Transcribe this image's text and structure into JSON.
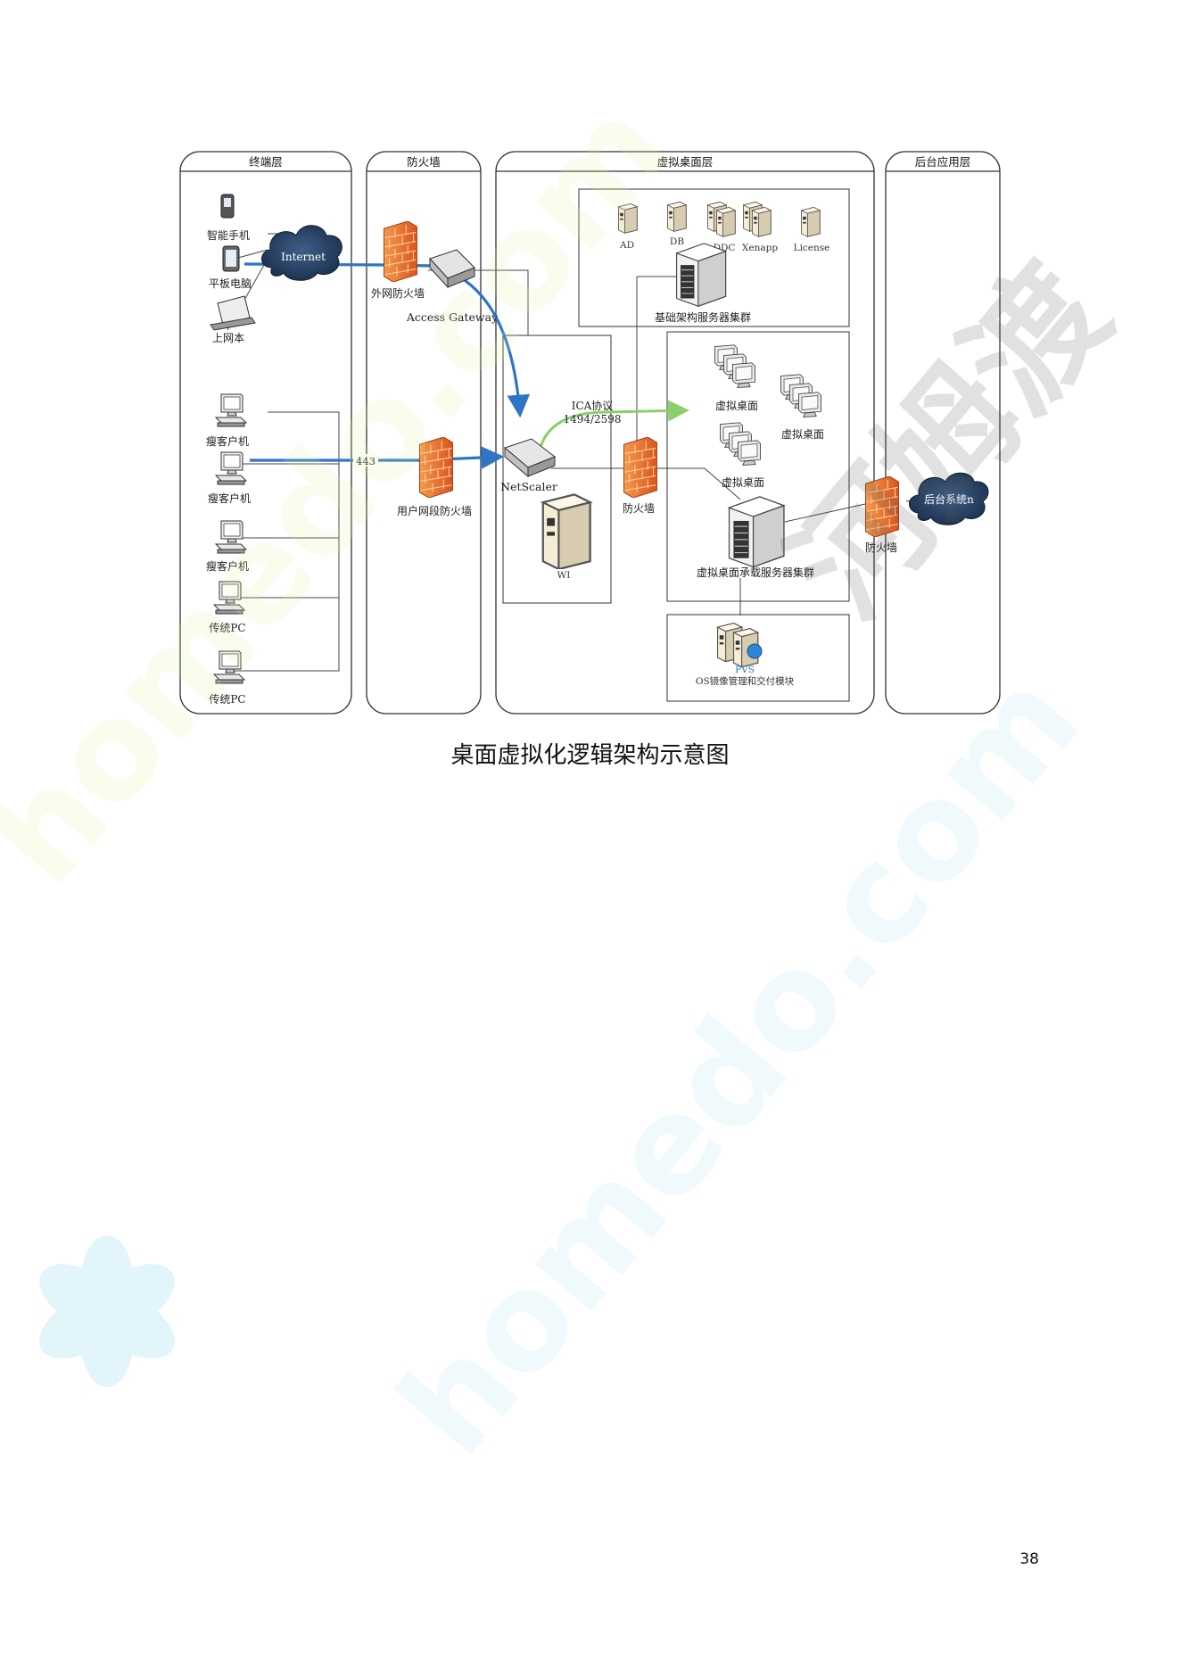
{
  "columns": {
    "terminal": "终端层",
    "firewall": "防火墙",
    "vdi": "虚拟桌面层",
    "backend": "后台应用层"
  },
  "devices": {
    "smartphone": "智能手机",
    "tablet": "平板电脑",
    "netbook": "上网本",
    "thin1": "瘦客户机",
    "thin2": "瘦客户机",
    "thin3": "瘦客户机",
    "pc1": "传统PC",
    "pc2": "传统PC"
  },
  "network": {
    "internet": "Internet",
    "outer_firewall": "外网防火墙",
    "access_gateway": "Access Gateway",
    "port": "443",
    "user_firewall": "用户网段防火墙",
    "netscaler": "NetScaler",
    "wi": "WI",
    "ica_line1": "ICA协议",
    "ica_line2": "1494/2598",
    "inner_firewall": "防火墙",
    "backend_firewall": "防火墙",
    "backend_system": "后台系统n"
  },
  "infra": {
    "ad": "AD",
    "db": "DB",
    "ddc": "DDC",
    "xenapp": "Xenapp",
    "license": "License",
    "cluster": "基础架构服务器集群"
  },
  "vdi": {
    "desktop1": "虚拟桌面",
    "desktop2": "虚拟桌面",
    "desktop3": "虚拟桌面",
    "host_cluster": "虚拟桌面承载服务器集群",
    "pvs": "PVS",
    "pvs_desc": "OS镜像管理和交付模块"
  },
  "caption": "桌面虚拟化逻辑架构示意图",
  "page_number": "38",
  "watermarks": [
    "homedo.com",
    "homedo.com",
    "河姆渡"
  ],
  "colors": {
    "blue_flow": "#2e75c8",
    "green_flow": "#8bd06a",
    "firewall": "#e8692a"
  }
}
